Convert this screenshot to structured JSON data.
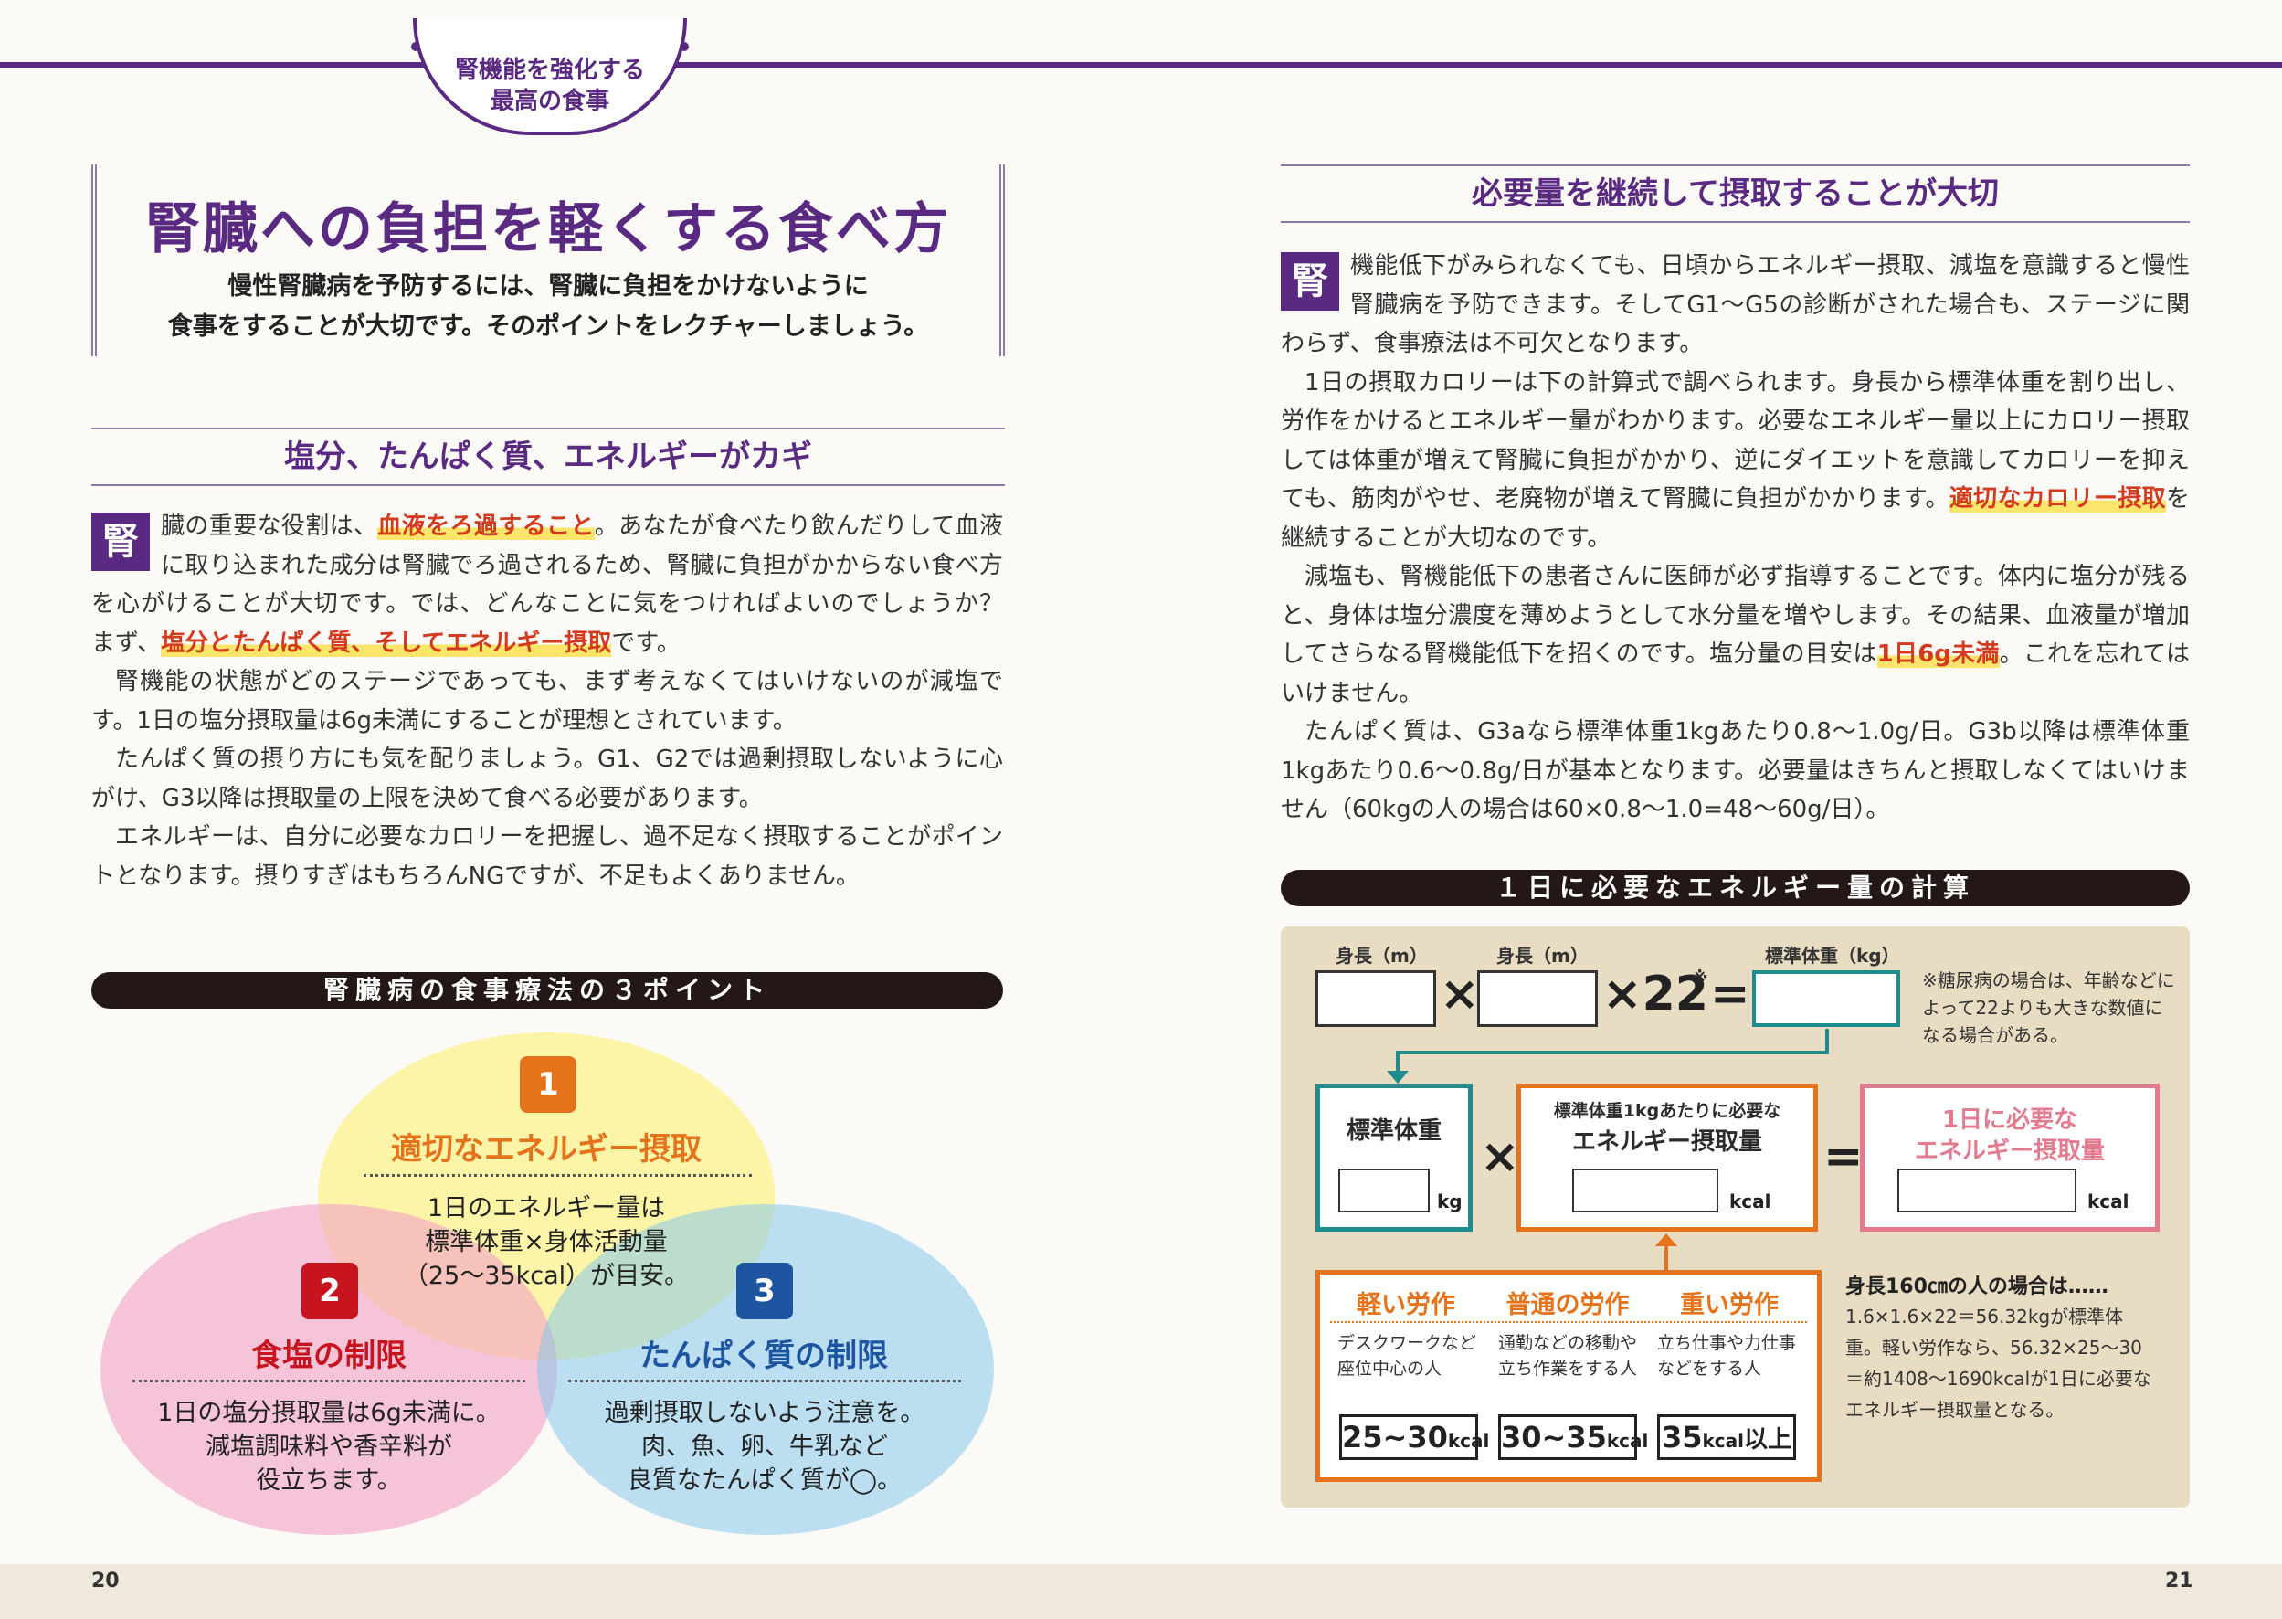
{
  "header": {
    "badge_line1": "腎機能を強化する",
    "badge_line2": "最高の食事"
  },
  "left": {
    "title": "腎臓への負担を軽くする食べ方",
    "lead_line1": "慢性腎臓病を予防するには、腎臓に負担をかけないように",
    "lead_line2": "食事をすることが大切です。そのポイントをレクチャーしましょう。",
    "section_heading": "塩分、たんぱく質、エネルギーがカギ",
    "dropcap": "腎",
    "p1_a": "臓の重要な役割は、",
    "p1_hl1": "血液をろ過すること",
    "p1_b": "。あなたが食べたり飲んだりして血液に取り込まれた成分は腎臓でろ過されるため、腎臓に負担がかからない食べ方を心がけることが大切です。では、どんなことに気をつければよいのでしょうか？　まず、",
    "p1_hl2": "塩分とたんぱく質、そしてエネルギー摂取",
    "p1_c": "です。",
    "p2": "腎機能の状態がどのステージであっても、まず考えなくてはいけないのが減塩です。1日の塩分摂取量は6g未満にすることが理想とされています。",
    "p3": "たんぱく質の摂り方にも気を配りましょう。G1、G2では過剰摂取しないように心がけ、G3以降は摂取量の上限を決めて食べる必要があります。",
    "p4": "エネルギーは、自分に必要なカロリーを把握し、過不足なく摂取することがポイントとなります。摂りすぎはもちろんNGですが、不足もよくありません。",
    "points_heading": "腎臓病の食事療法の３ポイント",
    "point1": {
      "num": "1",
      "title": "適切なエネルギー摂取",
      "line1": "1日のエネルギー量は",
      "line2": "標準体重×身体活動量",
      "line3": "（25〜35kcal）が目安。"
    },
    "point2": {
      "num": "2",
      "title": "食塩の制限",
      "line1": "1日の塩分摂取量は6g未満に。",
      "line2": "減塩調味料や香辛料が",
      "line3": "役立ちます。"
    },
    "point3": {
      "num": "3",
      "title": "たんぱく質の制限",
      "line1": "過剰摂取しないよう注意を。",
      "line2": "肉、魚、卵、牛乳など",
      "line3": "良質なたんぱく質が◯。"
    },
    "page_number": "20"
  },
  "right": {
    "section_heading": "必要量を継続して摂取することが大切",
    "dropcap": "腎",
    "p1": "機能低下がみられなくても、日頃からエネルギー摂取、減塩を意識すると慢性腎臓病を予防できます。そしてG1〜G5の診断がされた場合も、ステージに関わらず、食事療法は不可欠となります。",
    "p2_a": "1日の摂取カロリーは下の計算式で調べられます。身長から標準体重を割り出し、労作をかけるとエネルギー量がわかります。必要なエネルギー量以上にカロリー摂取しては体重が増えて腎臓に負担がかかり、逆にダイエットを意識してカロリーを抑えても、筋肉がやせ、老廃物が増えて腎臓に負担がかかります。",
    "p2_hl": "適切なカロリー摂取",
    "p2_b": "を継続することが大切なのです。",
    "p3_a": "減塩も、腎機能低下の患者さんに医師が必ず指導することです。体内に塩分が残ると、身体は塩分濃度を薄めようとして水分量を増やします。その結果、血液量が増加してさらなる腎機能低下を招くのです。塩分量の目安は",
    "p3_hl": "1日6g未満",
    "p3_b": "。これを忘れてはいけません。",
    "p4": "たんぱく質は、G3aなら標準体重1kgあたり0.8〜1.0g/日。G3b以降は標準体重1kgあたり0.6〜0.8g/日が基本となります。必要量はきちんと摂取しなくてはいけません（60kgの人の場合は60×0.8〜1.0=48〜60g/日）。",
    "calc_heading": "１日に必要なエネルギー量の計算",
    "calc": {
      "label_height1": "身長（m）",
      "label_height2": "身長（m）",
      "label_std": "標準体重（kg）",
      "times": "×",
      "multiplier": "×22",
      "asterisk": "※",
      "equals": "=",
      "note": "※糖尿病の場合は、年齢などによって22よりも大きな数値になる場合がある。",
      "box1_title": "標準体重",
      "box1_unit": "kg",
      "box2_title_small": "標準体重1kgあたりに必要な",
      "box2_title": "エネルギー摂取量",
      "box2_unit": "kcal",
      "box3_title1": "1日に必要な",
      "box3_title2": "エネルギー摂取量",
      "box3_unit": "kcal"
    },
    "labor": [
      {
        "title": "軽い労作",
        "desc": "デスクワークなど座位中心の人",
        "value": "25~30",
        "unit": "kcal",
        "suffix": ""
      },
      {
        "title": "普通の労作",
        "desc": "通勤などの移動や立ち作業をする人",
        "value": "30~35",
        "unit": "kcal",
        "suffix": ""
      },
      {
        "title": "重い労作",
        "desc": "立ち仕事や力仕事などをする人",
        "value": "35",
        "unit": "kcal",
        "suffix": "以上"
      }
    ],
    "example_title": "身長160㎝の人の場合は……",
    "example_body": "1.6×1.6×22＝56.32kgが標準体重。軽い労作なら、56.32×25〜30＝約1408〜1690kcalが1日に必要なエネルギー摂取量となる。",
    "page_number": "21"
  },
  "colors": {
    "purple": "#5a2a82",
    "orange": "#e4731b",
    "teal": "#1e8c8c",
    "pink": "#e37a8e",
    "red_badge": "#c8141e",
    "blue_badge": "#1e55a0"
  }
}
